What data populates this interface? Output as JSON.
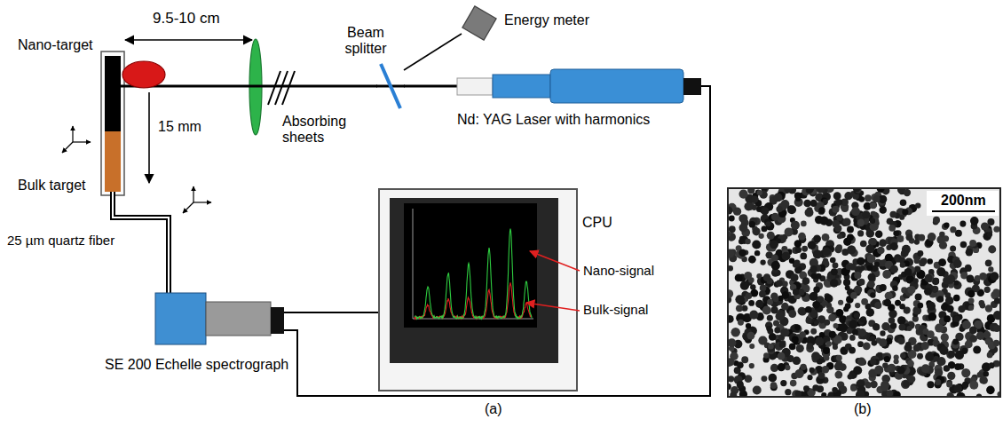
{
  "diagram": {
    "nodes": [
      {
        "text": [
          "Nano-target"
        ]
      },
      {
        "text": [
          "Bulk target"
        ]
      },
      {
        "text": [
          "Beam splitter"
        ]
      },
      {
        "text": [
          "Energy meter"
        ]
      },
      {
        "text": [
          "Nd: YAG Laser with harmonics"
        ]
      },
      {
        "text": [
          "CPU"
        ]
      },
      {
        "text": [
          "SE 200 Echelle spectrograph"
        ]
      }
    ],
    "edges": [
      {
        "from": 4,
        "to": 2,
        "arrow": "none"
      },
      {
        "from": 2,
        "to": 0,
        "arrow": "none"
      },
      {
        "from": 2,
        "to": 3,
        "arrow": "none"
      },
      {
        "from": 1,
        "to": 6,
        "arrow": "none"
      },
      {
        "from": 6,
        "to": 5,
        "arrow": "none"
      },
      {
        "from": 4,
        "to": 6,
        "arrow": "none"
      }
    ],
    "labels": [
      "9.5-10 cm",
      "15 mm",
      "Absorbing sheets",
      "25 µm quartz fiber",
      "Nano-signal",
      "Bulk-signal",
      "(a)",
      "200nm",
      "(b)"
    ]
  }
}
